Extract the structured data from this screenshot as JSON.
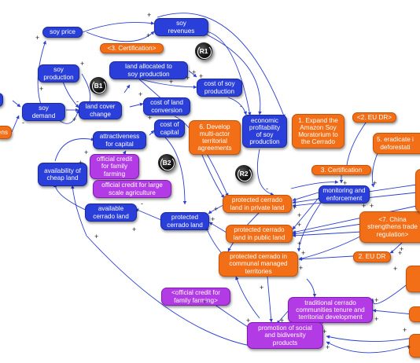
{
  "nodes": {
    "soy_price": "soy price",
    "soy_revenues": "soy\nrevenues",
    "certification_top": "<3. Certification>",
    "soy_production": "soy\nproduction",
    "land_allocated": "land allocated to\nsoy  production",
    "cost_soy_production": "cost of soy\nproduction",
    "soy_demand": "soy\ndemand",
    "land_cover_change": "land cover\nchange",
    "cost_land_conversion": "cost of land\nconversion",
    "develop_agreements": "6. Develop\nmulti-actor\nterritorial\nagreements",
    "economic_profitability": "economic\nprofitability\nof soy\nproduction",
    "expand_moratorium": "1. Expand the\nAmazon Soy\nMoratorium to\nthe Cerrado",
    "eudr_top": "<2. EU DR>",
    "eradicate": "5. eradicate i\ndeforestati",
    "attractiveness_capital": "attractiveness\nfor capital",
    "cost_capital": "cost of\ncapital",
    "official_credit": "official credit\nfor family\nfarming",
    "availability_cheap_land": "availability of\ncheap land",
    "credit_large_scale": "official credit for large\nscale agriculture",
    "available_cerrado": "available\ncerrado land",
    "certification": "3. Certification",
    "monitoring": "monitoring and\nenforcement",
    "protected_private": "protected cerrado\nland in private land",
    "protected_cerrado_land": "protected\ncerrado land",
    "protected_public": "protected cerrado\nland in public land",
    "china_regulation": "<7. China\nstrengthens trade\nregulation>",
    "eudr": "2. EU DR",
    "protected_communal": "protected cerrado in\ncommunal managed\nterritories",
    "official_credit_shadow": "<official credit for\nfamily farming>",
    "traditional_communities": "traditional cerrado\ncommunities tenure and\nterritorial development",
    "promotion_products": "promotion of social\nand bidiversity\nproducts",
    "left_edge": "ens"
  },
  "loops": {
    "r1": "R1",
    "b1": "B1",
    "b2": "B2",
    "r2": "R2"
  },
  "polarity": {
    "plus": "+",
    "minus": "-"
  },
  "colors": {
    "edge": "#2b3fd0",
    "variable": "#2a3fd9",
    "policy": "#f36f17",
    "program": "#b23be6"
  }
}
